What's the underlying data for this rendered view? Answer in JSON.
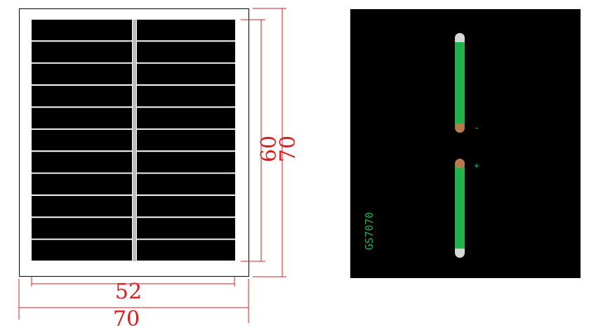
{
  "drawing": {
    "panel": {
      "cell_rows": 11,
      "cell_columns": 2,
      "frame_color": "#000000",
      "cell_color": "#000000",
      "busbar_color": "#bdbdbd"
    },
    "dimensions": {
      "color": "#d62020",
      "inner_width": "52",
      "outer_width": "70",
      "inner_height": "60",
      "outer_height": "70"
    },
    "pcb": {
      "background": "#000000",
      "trace_color": "#22b24c",
      "pad_color": "#b87a4b",
      "end_color": "#d7d7d7",
      "label": "GS7070",
      "negative_symbol": "-",
      "positive_symbol": "+"
    }
  }
}
